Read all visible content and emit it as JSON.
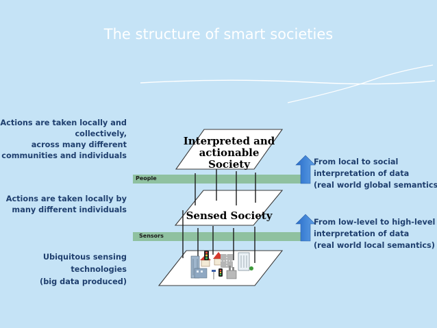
{
  "title": "The structure of smart societies",
  "left": {
    "actions_collective": [
      "Actions are taken locally and",
      "collectively,",
      "across many different",
      "communities and individuals"
    ],
    "actions_individual": [
      "Actions are taken locally by",
      "many different individuals"
    ],
    "sensing": [
      "Ubiquitous sensing",
      "technologies",
      "(big data produced)"
    ]
  },
  "layers": {
    "top": [
      "Interpreted and",
      "actionable Society"
    ],
    "middle": "Sensed Society"
  },
  "bands": {
    "people": "People",
    "sensors": "Sensors"
  },
  "right": {
    "upper": [
      "From local to social",
      "interpretation of data",
      "(real world global semantics)"
    ],
    "lower": [
      "From low-level to high-level",
      "interpretation of data",
      "(real world local semantics)"
    ]
  },
  "colors": {
    "background": "#c5e3f6",
    "band": "#8fc1a0",
    "arrow": "#3b7fd4",
    "text": "#1f3f6e"
  }
}
